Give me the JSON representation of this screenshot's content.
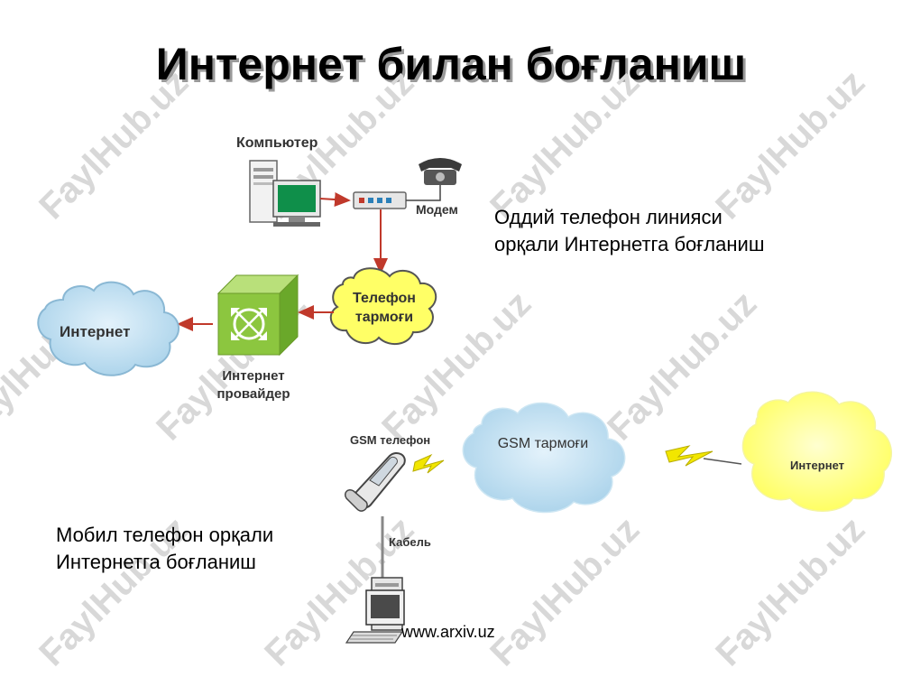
{
  "title": "Интернет билан боғланиш",
  "section_dialup": {
    "caption_line1": "Оддий телефон линияси",
    "caption_line2": "орқали Интернетга боғланиш",
    "labels": {
      "computer": "Компьютер",
      "modem": "Модем",
      "phone_network_line1": "Телефон",
      "phone_network_line2": "тармоғи",
      "provider_line1": "Интернет",
      "provider_line2": "провайдер",
      "internet": "Интернет"
    }
  },
  "section_mobile": {
    "caption_line1": "Мобил телефон орқали",
    "caption_line2": "Интернетга боғланиш",
    "labels": {
      "gsm_phone": "GSM телефон",
      "gsm_network": "GSM тармоғи",
      "internet": "Интернет",
      "cable": "Кабель"
    }
  },
  "watermark": "FaylHub.uz",
  "footer": "www.arxiv.uz",
  "colors": {
    "arrow": "#c0392b",
    "cloud_blue": "#b9dcef",
    "cloud_yellow": "#ffff7a",
    "provider_green": "#8cc63f",
    "lightning": "#f2e600"
  }
}
